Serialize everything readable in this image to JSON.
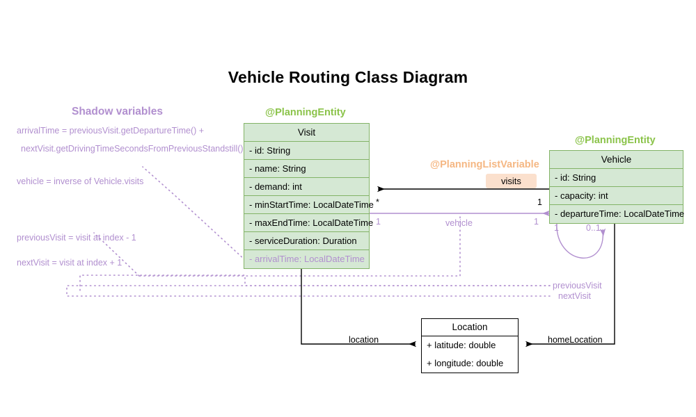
{
  "page": {
    "title": "Vehicle Routing Class Diagram",
    "background": "#ffffff"
  },
  "colors": {
    "entity_fill": "#d5e8d4",
    "entity_border": "#82b366",
    "stereotype_green": "#8bc34a",
    "stereotype_orange": "#f5b783",
    "shadow_purple": "#b18fcf",
    "badge_fill": "#fbe0cd",
    "plain_border": "#000000"
  },
  "classes": {
    "visit": {
      "stereotype": "@PlanningEntity",
      "name": "Visit",
      "attributes": [
        {
          "text": "- id: String",
          "shadow": false
        },
        {
          "text": "- name: String",
          "shadow": false
        },
        {
          "text": "- demand: int",
          "shadow": false
        },
        {
          "text": "- minStartTime: LocalDateTime",
          "shadow": false
        },
        {
          "text": "- maxEndTime: LocalDateTime",
          "shadow": false
        },
        {
          "text": "- serviceDuration: Duration",
          "shadow": false
        },
        {
          "text": "- arrivalTime: LocalDateTime",
          "shadow": true
        }
      ]
    },
    "vehicle": {
      "stereotype": "@PlanningEntity",
      "name": "Vehicle",
      "attributes": [
        {
          "text": "- id: String",
          "shadow": false
        },
        {
          "text": "- capacity: int",
          "shadow": false
        },
        {
          "text": "- departureTime: LocalDateTime",
          "shadow": false
        }
      ]
    },
    "location": {
      "name": "Location",
      "attributes": [
        {
          "text": "+ latitude: double",
          "shadow": false
        },
        {
          "text": "+ longitude: double",
          "shadow": false
        }
      ]
    }
  },
  "associations": {
    "visits": {
      "stereotype": "@PlanningListVariable",
      "label": "visits",
      "source_multiplicity": "1",
      "target_multiplicity": "*"
    },
    "vehicle": {
      "label": "vehicle",
      "source_multiplicity": "1",
      "target_multiplicity": "1"
    },
    "previous_next": {
      "previous_label": "previousVisit",
      "next_label": "nextVisit",
      "left_multiplicity": "1",
      "right_multiplicity": "0..1"
    },
    "location": {
      "label": "location"
    },
    "home_location": {
      "label": "homeLocation"
    }
  },
  "shadow_panel": {
    "heading": "Shadow variables",
    "notes": [
      "arrivalTime = previousVisit.getDepartureTime() +",
      "nextVisit.getDrivingTimeSecondsFromPreviousStandstill()",
      "vehicle = inverse of Vehicle.visits",
      "previousVisit = visit at index - 1",
      "nextVisit = visit at index + 1"
    ]
  }
}
